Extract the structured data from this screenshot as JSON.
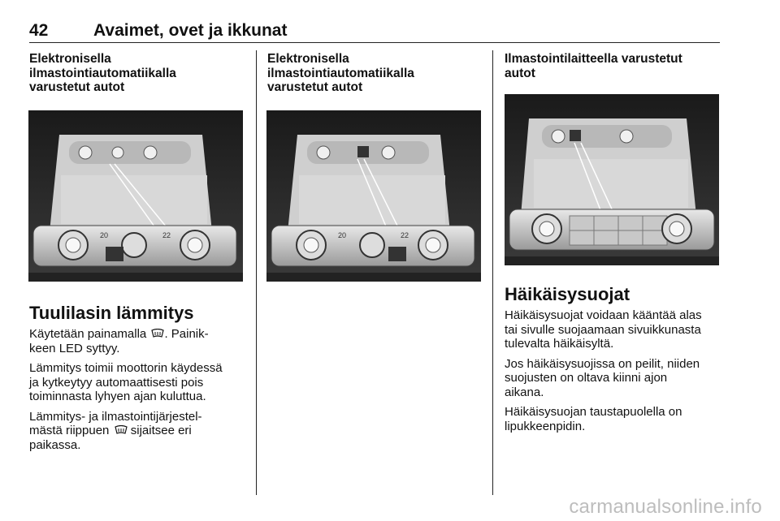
{
  "header": {
    "page_number": "42",
    "chapter_title": "Avaimet, ovet ja ikkunat"
  },
  "col1": {
    "subheading": "Elektronisella\nilmastointiautomatiikalla\nvarustetut autot",
    "image_alt": "climate-control-panel-photo",
    "panel_temps": [
      "20",
      "22"
    ],
    "section_title": "Tuulilasin lämmitys",
    "p1_before": "Käytetään painamalla ",
    "p1_after": ". Painik-\nkeen LED syttyy.",
    "p2": "Lämmitys toimii moottorin käydessä\nja kytkeytyy automaattisesti pois\ntoiminnasta lyhyen ajan kuluttua.",
    "p3_before": "Lämmitys- ja ilmastointijärjestel-\nmästä riippuen ",
    "p3_after": " sijaitsee eri\npaikassa."
  },
  "col2": {
    "subheading": "Elektronisella\nilmastointiautomatiikalla\nvarustetut autot",
    "image_alt": "climate-control-panel-photo-alt",
    "panel_temps": [
      "20",
      "22"
    ]
  },
  "col3": {
    "subheading": "Ilmastointilaitteella varustetut\nautot",
    "image_alt": "air-conditioning-panel-photo",
    "section_title": "Häikäisysuojat",
    "p1": "Häikäisysuojat voidaan kääntää alas\ntai sivulle suojaamaan sivuikkunasta\ntulevalta häikäisyltä.",
    "p2": "Jos häikäisysuojissa on peilit, niiden\nsuojusten on oltava kiinni ajon\naikana.",
    "p3": "Häikäisysuojan taustapuolella on\nlipukkeenpidin."
  },
  "icons": {
    "defrost_icon": "rear-window-heating-icon"
  },
  "footer": {
    "watermark": "carmanualsonline.info"
  }
}
